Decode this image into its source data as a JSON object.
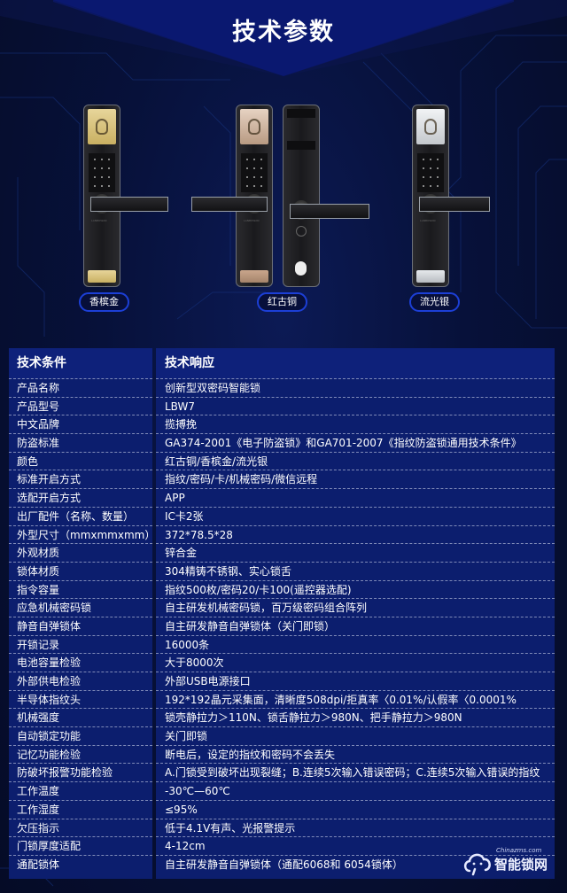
{
  "page": {
    "title": "技术参数"
  },
  "colors": {
    "background": "#07113a",
    "banner": "#0a1870",
    "table_cell": "#0c1e6e",
    "pill_border": "#1c3fd6",
    "gold": "#d8c27a",
    "copper": "#c6a48a",
    "silver": "#d9dde2"
  },
  "products": [
    {
      "label": "香槟金",
      "finish_color": "#d8c27a",
      "view": "front"
    },
    {
      "label": "红古铜",
      "finish_color": "#c6a48a",
      "view": "front-and-back"
    },
    {
      "label": "流光银",
      "finish_color": "#d9dde2",
      "view": "front"
    }
  ],
  "table": {
    "headers": [
      "技术条件",
      "技术响应"
    ],
    "rows": [
      [
        "产品名称",
        "创新型双密码智能锁"
      ],
      [
        "产品型号",
        "LBW7"
      ],
      [
        "中文品牌",
        "揽搏挽"
      ],
      [
        "防盗标准",
        "GA374-2001《电子防盗锁》和GA701-2007《指纹防盗锁通用技术条件》"
      ],
      [
        "颜色",
        "红古铜/香槟金/流光银"
      ],
      [
        "标准开启方式",
        "指纹/密码/卡/机械密码/微信远程"
      ],
      [
        "选配开启方式",
        "APP"
      ],
      [
        "出厂配件（名称、数量）",
        "IC卡2张"
      ],
      [
        "外型尺寸（mmxmmxmm）",
        "372*78.5*28"
      ],
      [
        "外观材质",
        "锌合金"
      ],
      [
        "锁体材质",
        "304精铸不锈钢、实心锁舌"
      ],
      [
        "指令容量",
        "指纹500枚/密码20/卡100(遥控器选配)"
      ],
      [
        "应急机械密码锁",
        "自主研发机械密码锁，百万级密码组合阵列"
      ],
      [
        "静音自弹锁体",
        "自主研发静音自弹锁体（关门即锁）"
      ],
      [
        "开锁记录",
        "16000条"
      ],
      [
        "电池容量检验",
        "大于8000次"
      ],
      [
        "外部供电检验",
        "外部USB电源接口"
      ],
      [
        "半导体指纹头",
        "192*192晶元采集面，清晰度508dpi/拒真率〈0.01%/认假率〈0.0001%"
      ],
      [
        "机械强度",
        "锁壳静拉力＞110N、锁舌静拉力＞980N、把手静拉力＞980N"
      ],
      [
        "自动锁定功能",
        "关门即锁"
      ],
      [
        "记忆功能检验",
        "断电后，设定的指纹和密码不会丢失"
      ],
      [
        "防破坏报警功能检验",
        "A.门锁受到破坏出现裂缝；B.连续5次输入错误密码；C.连续5次输入错误的指纹"
      ],
      [
        "工作温度",
        "-30℃—60℃"
      ],
      [
        "工作湿度",
        "≤95%"
      ],
      [
        "欠压指示",
        "低于4.1V有声、光报警提示"
      ],
      [
        "门锁厚度适配",
        "4-12cm"
      ],
      [
        "通配锁体",
        "自主研发静音自弹锁体（通配6068和 6054锁体）"
      ]
    ]
  },
  "watermark": {
    "small": "Chinazms.com",
    "big": "智能锁网",
    "icon": "cloud-face-icon"
  }
}
